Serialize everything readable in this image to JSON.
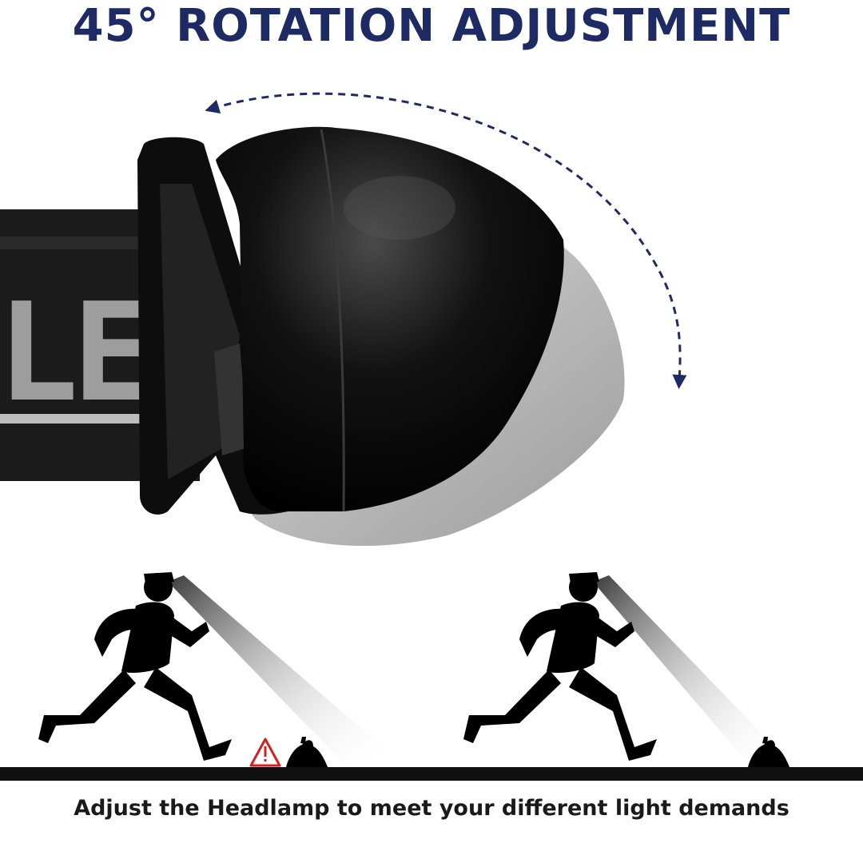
{
  "headline": "45° ROTATION ADJUSTMENT",
  "caption": "Adjust the Headlamp to meet your different light demands",
  "strap_label": "LED",
  "colors": {
    "headline": "#1e2a64",
    "arrow": "#1e2a64",
    "lamp_body": "#0b0b0b",
    "lamp_ghost": "#b9b9b9",
    "strap": "#1b1b1b",
    "ground": "#111111",
    "warning": "#d62020"
  },
  "icons": [
    "rotation-arrow-icon",
    "warning-triangle-icon",
    "banana-peel-icon",
    "runner-icon"
  ],
  "scenes": [
    {
      "name": "lamp-straight",
      "hazard_warning": true
    },
    {
      "name": "lamp-tilted-down",
      "hazard_warning": false
    }
  ]
}
